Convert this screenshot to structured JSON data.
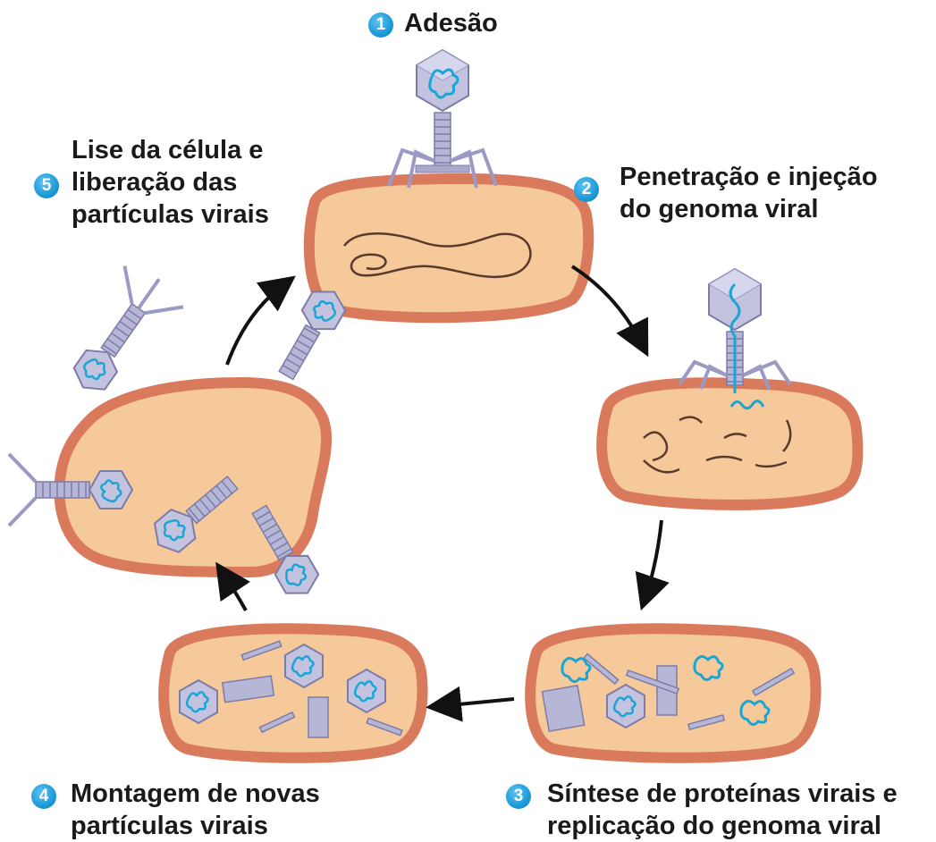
{
  "steps": [
    {
      "number": "1",
      "lines": [
        "Adesão"
      ]
    },
    {
      "number": "2",
      "lines": [
        "Penetração e injeção",
        "do genoma viral"
      ]
    },
    {
      "number": "3",
      "lines": [
        "Síntese de proteínas virais e",
        "replicação do genoma viral"
      ]
    },
    {
      "number": "4",
      "lines": [
        "Montagem de novas",
        "partículas virais"
      ]
    },
    {
      "number": "5",
      "lines": [
        "Lise da célula e",
        "liberação das",
        "partículas virais"
      ]
    }
  ],
  "colors": {
    "cell_wall": "#d97a5c",
    "cell_membrane": "#e9a079",
    "cytoplasm": "#f6c99a",
    "phage_body": "#b9b9d9",
    "phage_outline": "#7c7ca8",
    "viral_dna": "#19a6d4",
    "host_dna": "#5a3a2c",
    "badge": "#1d9ad9",
    "arrow": "#111111"
  }
}
